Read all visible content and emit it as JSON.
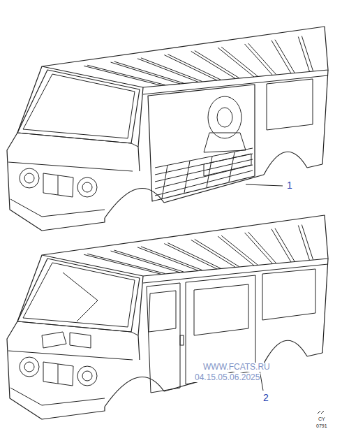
{
  "diagram": {
    "labels": [
      "1",
      "2",
      "WWW.FCATS.RU",
      "04.15.05.06.2025",
      "CY",
      "0791"
    ]
  }
}
